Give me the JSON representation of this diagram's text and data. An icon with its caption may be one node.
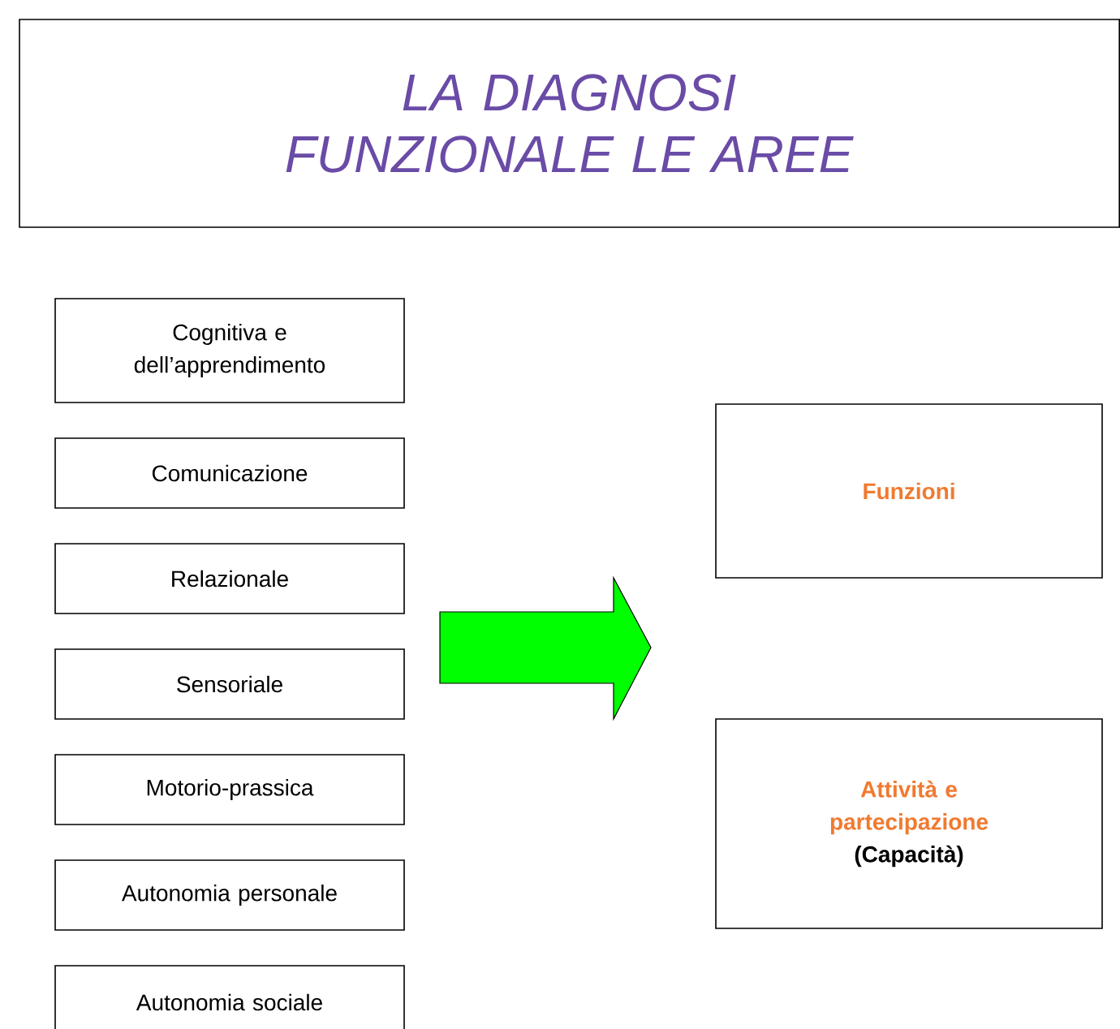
{
  "diagram": {
    "title": "LA DIAGNOSI FUNZIONALE LE AREE",
    "nodes": [
      {
        "text": [
          "Cognitiva e dell’apprendimento"
        ]
      },
      {
        "text": [
          "Comunicazione"
        ]
      },
      {
        "text": [
          "Relazionale"
        ]
      },
      {
        "text": [
          "Sensoriale"
        ]
      },
      {
        "text": [
          "Motorio-prassica"
        ]
      },
      {
        "text": [
          "Autonomia personale"
        ]
      },
      {
        "text": [
          "Autonomia sociale"
        ]
      },
      {
        "text": [
          "Funzioni"
        ]
      },
      {
        "text": [
          "Attività e partecipazione",
          "(Capacità)"
        ]
      }
    ]
  }
}
